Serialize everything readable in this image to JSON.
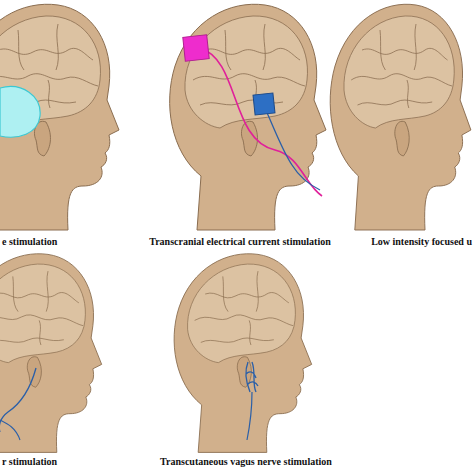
{
  "diagram": {
    "labels": [
      "e stimulation",
      "Transcranial electrical current stimulation",
      "Low intensity focused u",
      "r stimulation",
      "Transcutaneous vagus nerve stimulation"
    ]
  }
}
